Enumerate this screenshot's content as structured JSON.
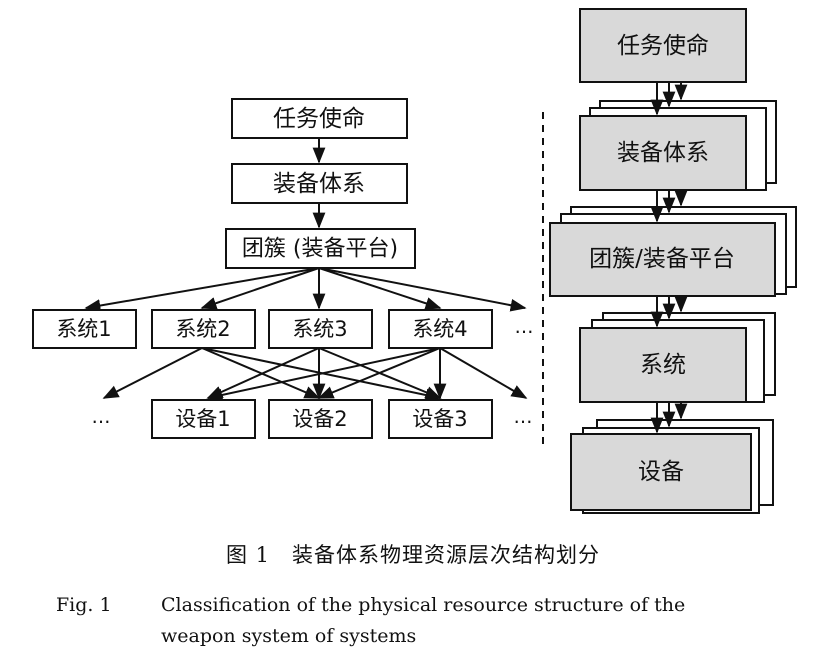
{
  "diagram": {
    "left": {
      "mission": "任务使命",
      "sos": "装备体系",
      "cluster": "团簇 (装备平台)",
      "systems": [
        "系统1",
        "系统2",
        "系统3",
        "系统4"
      ],
      "devices": [
        "设备1",
        "设备2",
        "设备3"
      ],
      "ellipsis": "…"
    },
    "right": {
      "mission": "任务使命",
      "sos": "装备体系",
      "cluster": "团簇/装备平台",
      "system": "系统",
      "device": "设备"
    },
    "colors": {
      "stroke": "#111111",
      "fill_gray": "#d9d9d9",
      "fill_white": "#ffffff"
    }
  },
  "caption": {
    "cn": "图 1　装备体系物理资源层次结构划分",
    "en_label": "Fig. 1",
    "en_text_line1": "Classification of the physical resource structure of the",
    "en_text_line2": "weapon system of systems"
  }
}
